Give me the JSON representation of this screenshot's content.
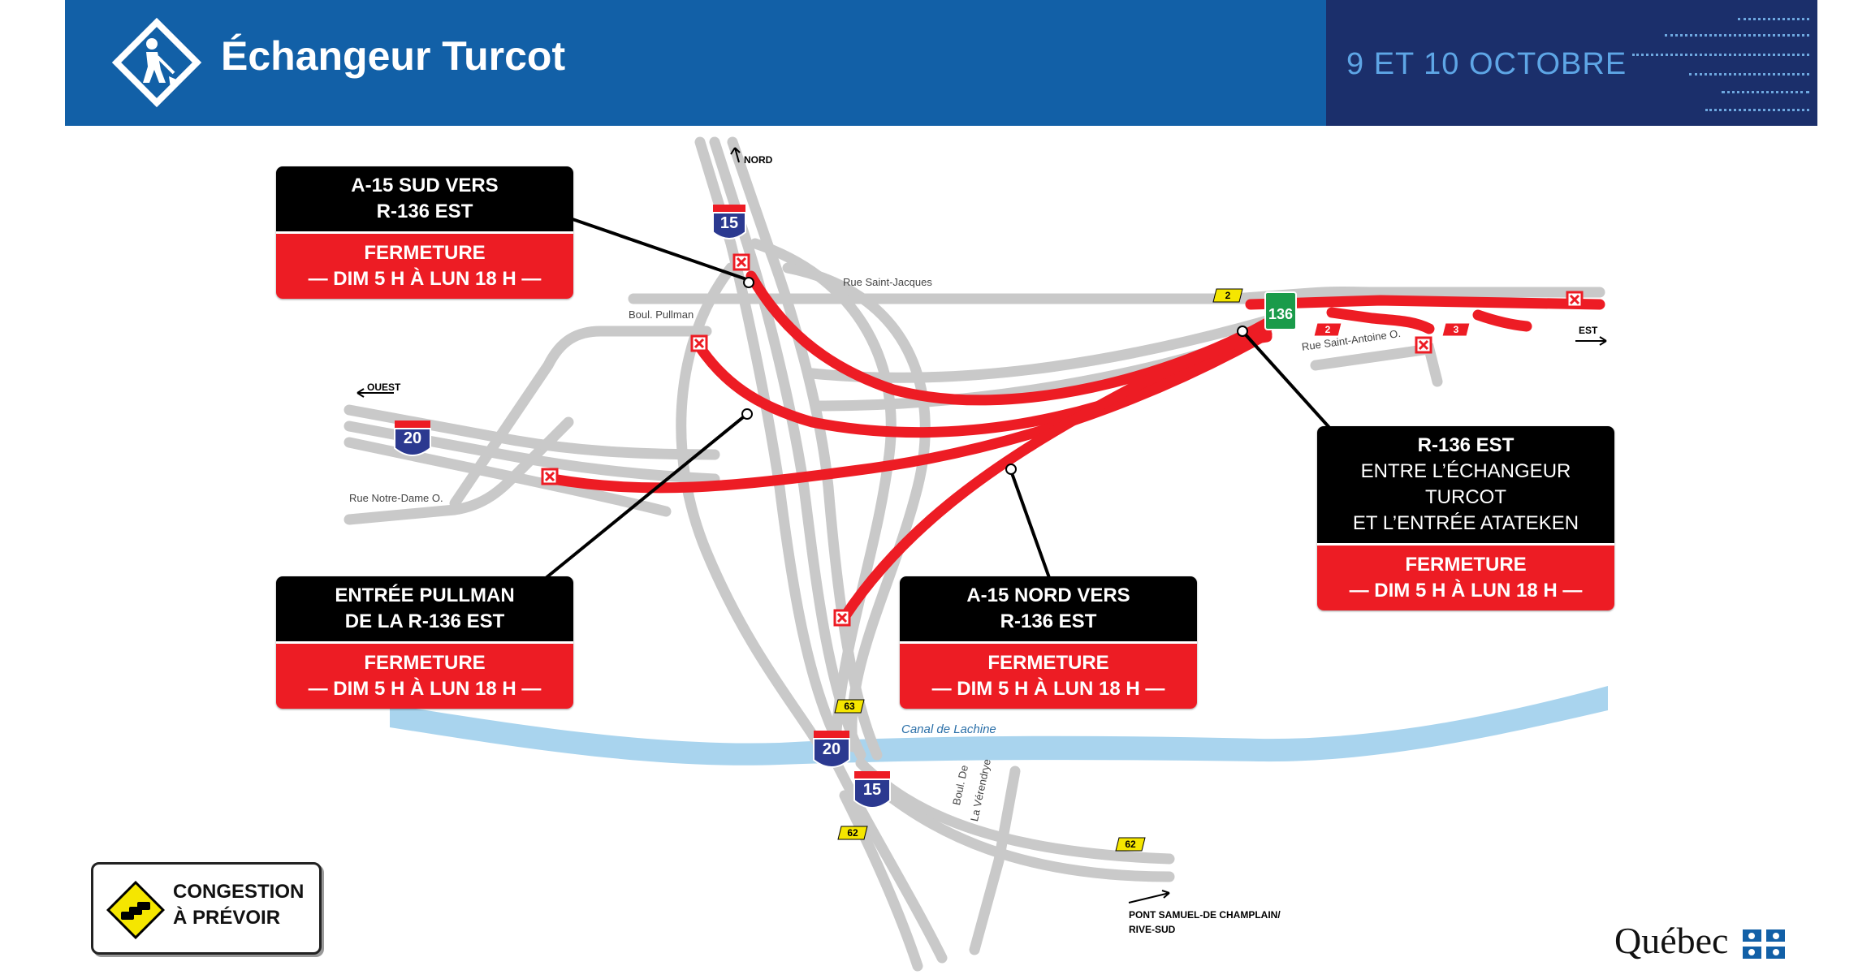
{
  "header": {
    "title": "Échangeur Turcot",
    "date": "9 ET 10 OCTOBRE"
  },
  "callouts": [
    {
      "id": "a15-sud",
      "title_lines": [
        "A-15 SUD VERS",
        "R-136 EST"
      ],
      "status": "FERMETURE",
      "schedule": "— DIM 5 H À LUN 18 H —"
    },
    {
      "id": "pullman",
      "title_lines": [
        "ENTRÉE PULLMAN",
        "DE LA R-136 EST"
      ],
      "status": "FERMETURE",
      "schedule": "— DIM 5 H À LUN 18 H —"
    },
    {
      "id": "a15-nord",
      "title_lines": [
        "A-15 NORD VERS",
        "R-136 EST"
      ],
      "status": "FERMETURE",
      "schedule": "— DIM 5 H À LUN 18 H —"
    },
    {
      "id": "r136-est",
      "title_lines": [
        "R-136 EST",
        "ENTRE L’ÉCHANGEUR TURCOT",
        "ET L’ENTRÉE ATATEKEN"
      ],
      "status": "FERMETURE",
      "schedule": "— DIM 5 H À LUN 18 H —"
    }
  ],
  "map_labels": {
    "nord": "NORD",
    "ouest": "OUEST",
    "est": "EST",
    "rue_saint_jacques": "Rue Saint-Jacques",
    "boul_pullman": "Boul. Pullman",
    "rue_notre_dame": "Rue Notre-Dame O.",
    "rue_saint_antoine": "Rue Saint-Antoine O.",
    "canal": "Canal de Lachine",
    "boul_la_verendrye_1": "Boul. De",
    "boul_la_verendrye_2": "La Vérendrye",
    "pont_1": "PONT SAMUEL-DE CHAMPLAIN/",
    "pont_2": "RIVE-SUD"
  },
  "shields": {
    "a15_top": "15",
    "a20_left": "20",
    "a20_bottom": "20",
    "a15_bottom": "15",
    "r136": "136"
  },
  "exits": {
    "e2_top": "2",
    "e2_red": "2",
    "e3_red": "3",
    "e63": "63",
    "e62_left": "62",
    "e62_right": "62"
  },
  "congestion": {
    "line1": "CONGESTION",
    "line2": "À PRÉVOIR"
  },
  "brand": "Québec",
  "colors": {
    "header_blue": "#1260a7",
    "header_navy": "#1b2f6b",
    "closure_red": "#ed1c24",
    "road_gray": "#c8c8c8",
    "canal_blue": "#a9d4ee",
    "exit_yellow": "#f5e600",
    "route_green": "#1a9b4a",
    "interstate_blue": "#2b3990"
  }
}
